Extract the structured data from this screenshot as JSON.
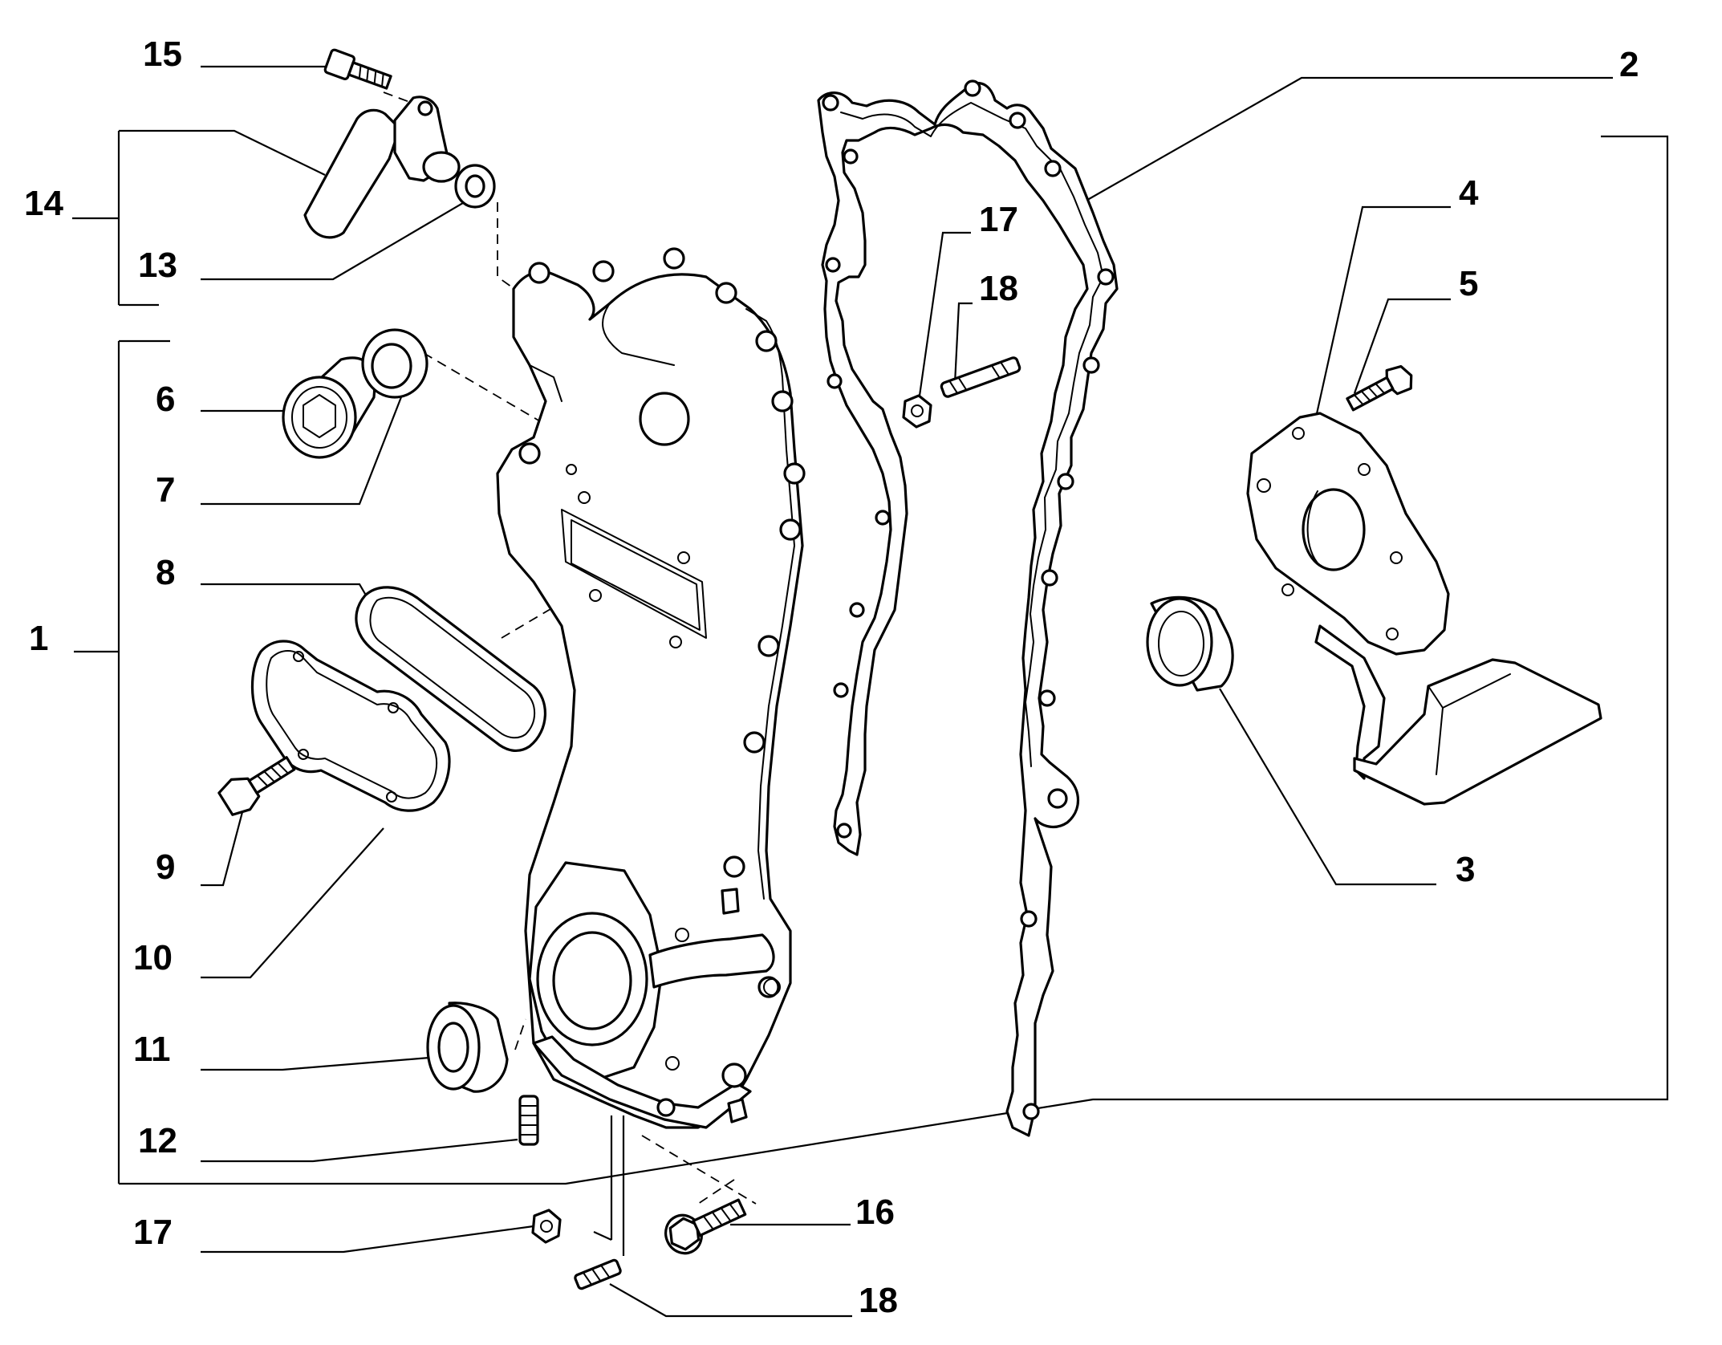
{
  "diagram": {
    "callouts": [
      {
        "id": "c1",
        "text": "1"
      },
      {
        "id": "c2",
        "text": "2"
      },
      {
        "id": "c3",
        "text": "3"
      },
      {
        "id": "c4",
        "text": "4"
      },
      {
        "id": "c5",
        "text": "5"
      },
      {
        "id": "c6",
        "text": "6"
      },
      {
        "id": "c7",
        "text": "7"
      },
      {
        "id": "c8",
        "text": "8"
      },
      {
        "id": "c9",
        "text": "9"
      },
      {
        "id": "c10",
        "text": "10"
      },
      {
        "id": "c11",
        "text": "11"
      },
      {
        "id": "c12",
        "text": "12"
      },
      {
        "id": "c13",
        "text": "13"
      },
      {
        "id": "c14",
        "text": "14"
      },
      {
        "id": "c15",
        "text": "15"
      },
      {
        "id": "c16",
        "text": "16"
      },
      {
        "id": "c17a",
        "text": "17"
      },
      {
        "id": "c17b",
        "text": "17"
      },
      {
        "id": "c18a",
        "text": "18"
      },
      {
        "id": "c18b",
        "text": "18"
      }
    ]
  }
}
